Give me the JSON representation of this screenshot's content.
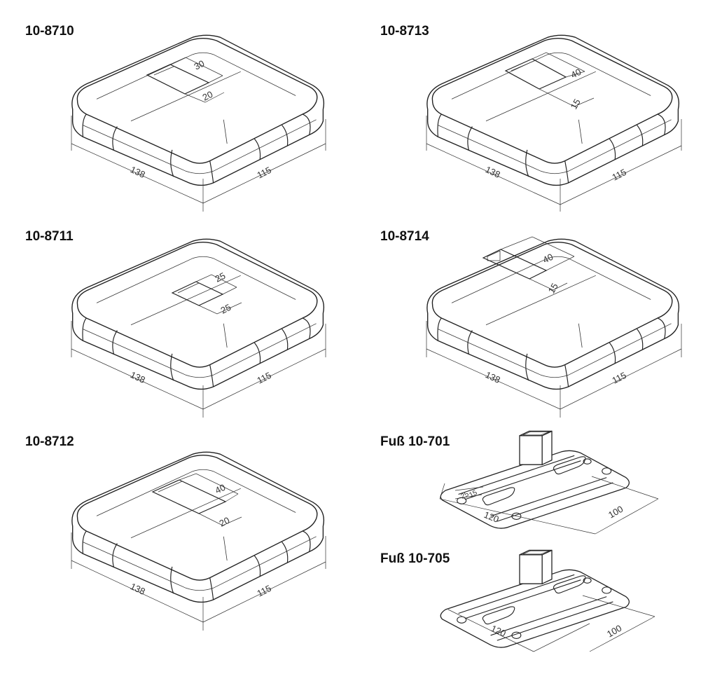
{
  "labels": {
    "cap_a": "10-8710",
    "cap_b": "10-8713",
    "cap_c": "10-8711",
    "cap_d": "10-8714",
    "cap_e": "10-8712",
    "foot_a": "Fuß 10-701",
    "foot_b": "Fuß 10-705"
  },
  "dimensions": {
    "cap_a": {
      "length": "138",
      "width": "115",
      "slot_w": "30",
      "slot_d": "20"
    },
    "cap_b": {
      "length": "138",
      "width": "115",
      "slot_w": "40",
      "slot_d": "15"
    },
    "cap_c": {
      "length": "138",
      "width": "115",
      "slot_w": "25",
      "slot_d": "25"
    },
    "cap_d": {
      "length": "138",
      "width": "115",
      "slot_w": "40",
      "slot_d": "15"
    },
    "cap_e": {
      "length": "138",
      "width": "115",
      "slot_w": "40",
      "slot_d": "20"
    },
    "foot_a": {
      "length": "120",
      "width": "100",
      "tube_a": "25",
      "tube_b": "15"
    },
    "foot_b": {
      "length": "120",
      "width": "100"
    }
  }
}
